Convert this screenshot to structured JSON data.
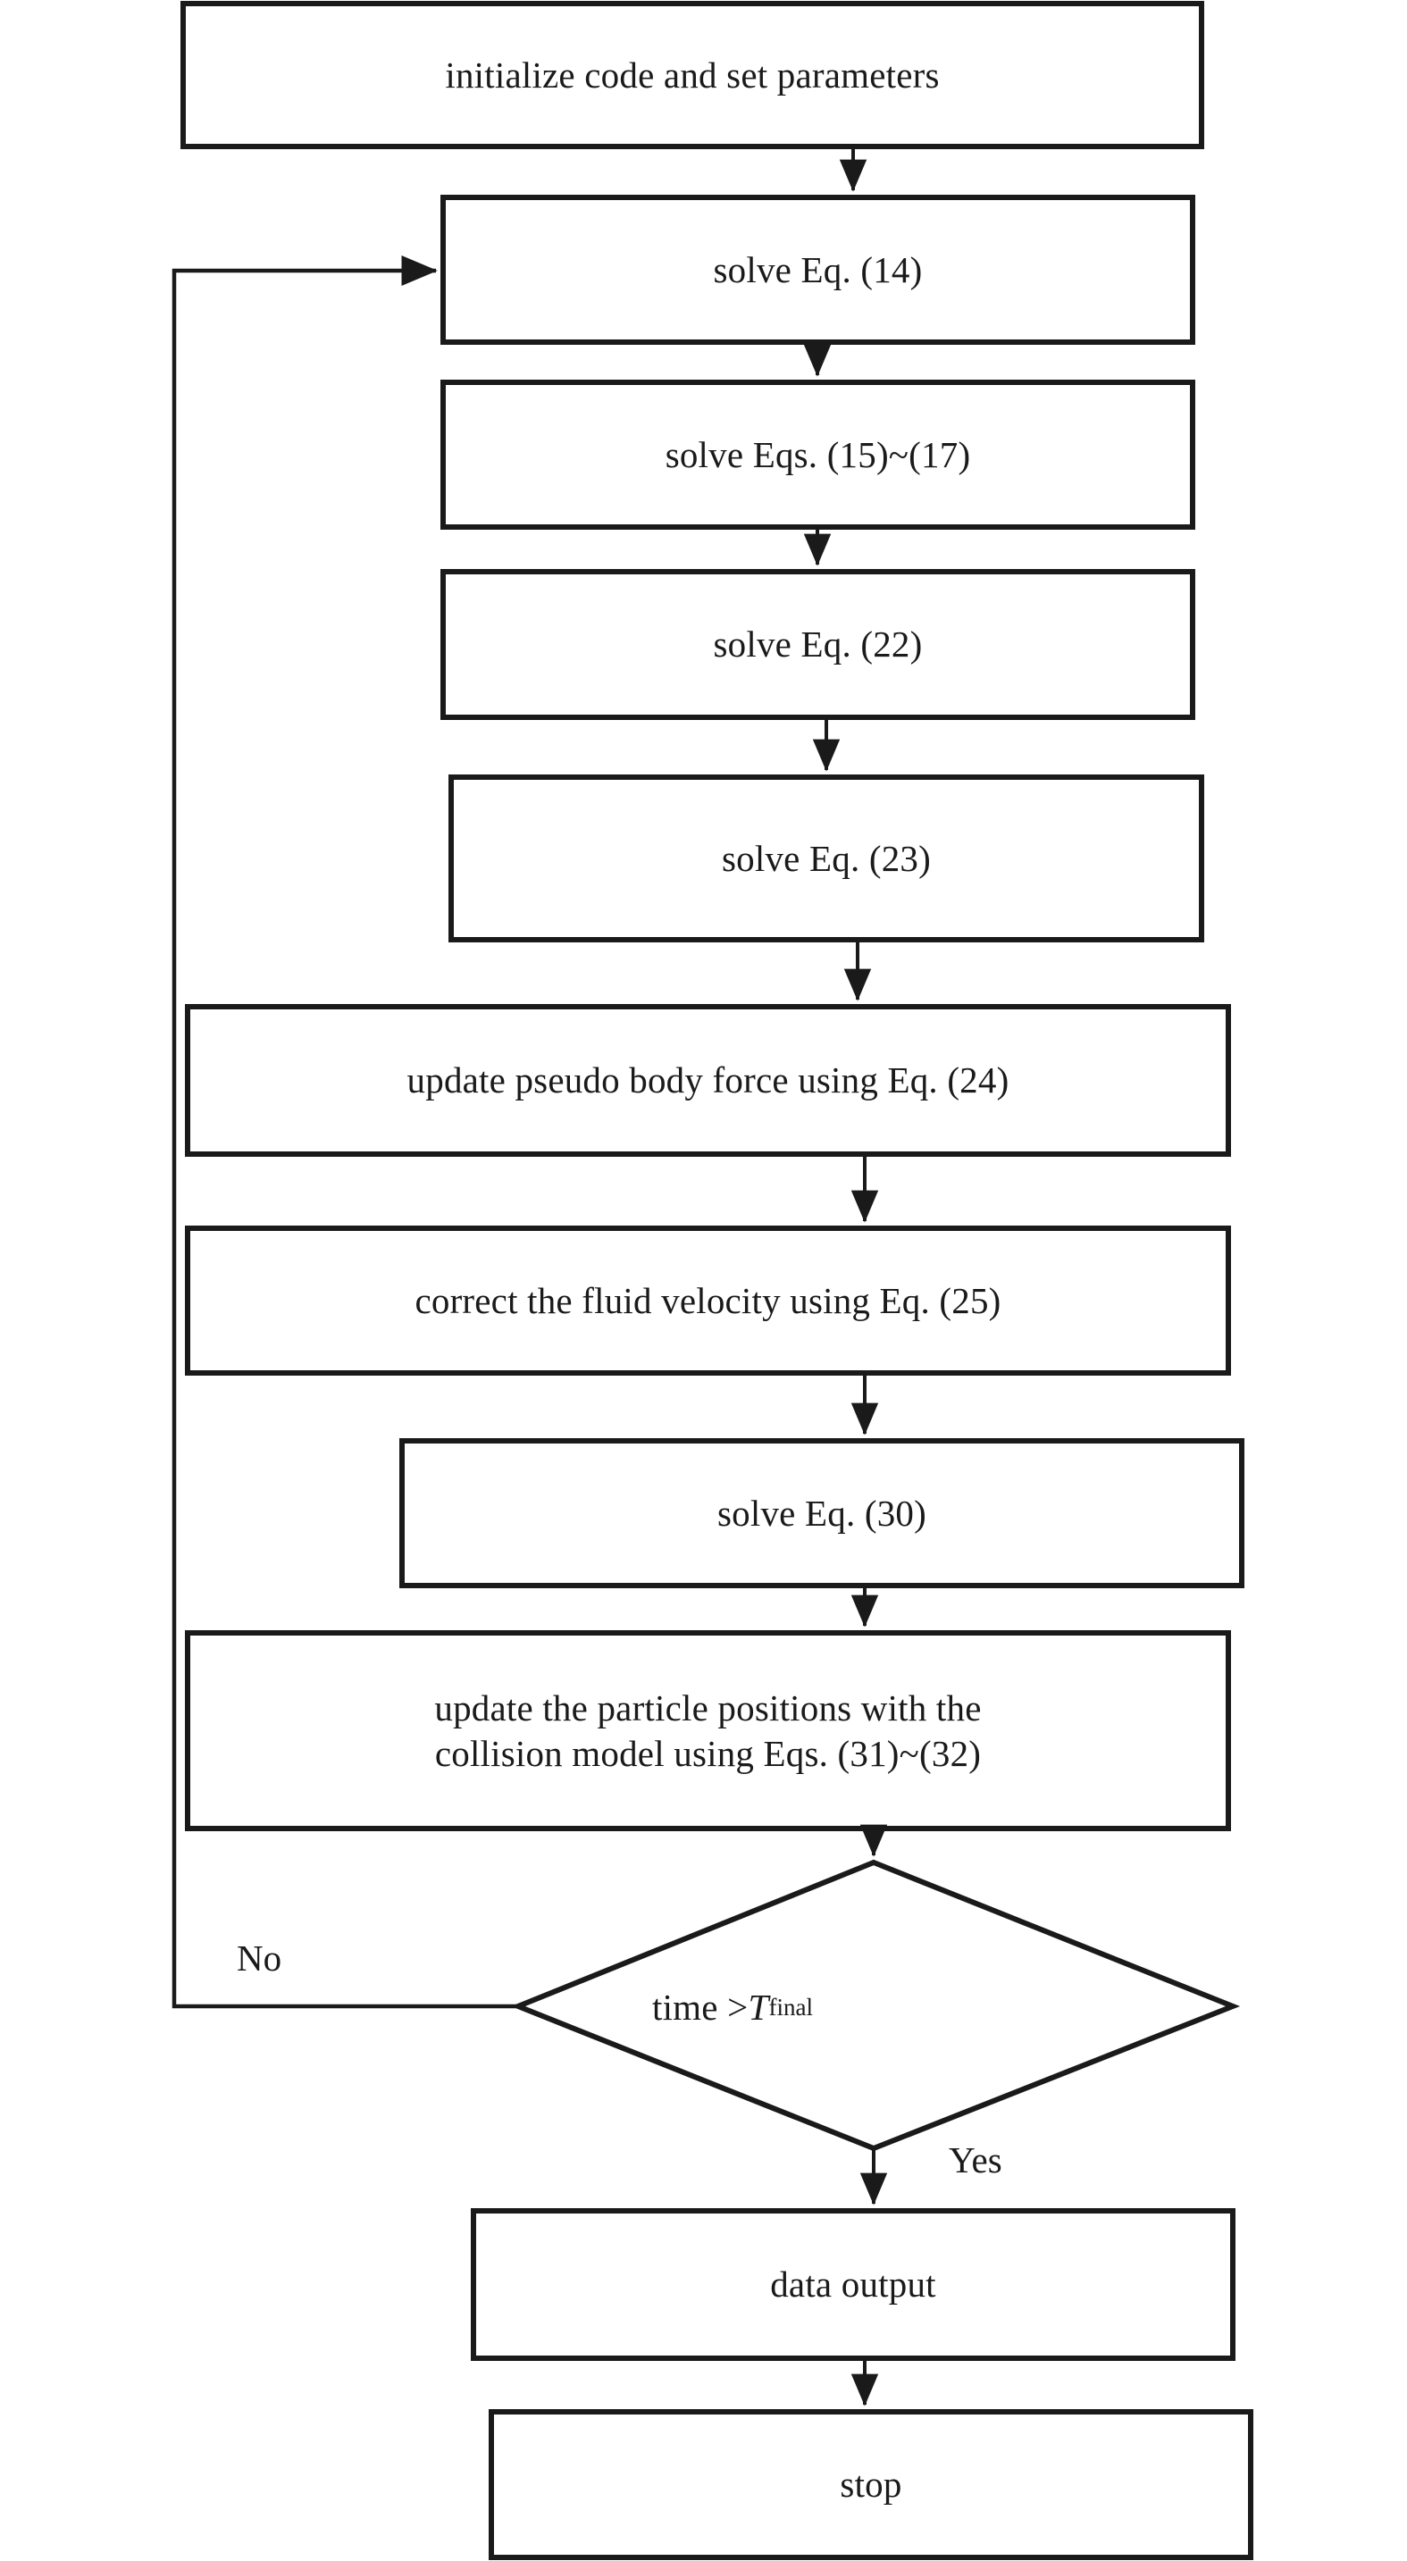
{
  "diagram": {
    "title": "simulation algorithm flowchart",
    "type": "flowchart",
    "background_color": "#ffffff",
    "line_color": "#1a1a1a",
    "text_color": "#1a1a1a"
  },
  "nodes": [
    {
      "id": "initialize",
      "shape": "process",
      "label": "initialize code and set parameters"
    },
    {
      "id": "eq14",
      "shape": "process",
      "label": "solve Eq. (14)"
    },
    {
      "id": "eq15_17",
      "shape": "process",
      "label": "solve Eqs. (15)~(17)"
    },
    {
      "id": "eq22",
      "shape": "process",
      "label": "solve Eq. (22)"
    },
    {
      "id": "eq23",
      "shape": "process",
      "label": "solve Eq. (23)"
    },
    {
      "id": "eq24",
      "shape": "process",
      "label": "update pseudo body force using Eq. (24)"
    },
    {
      "id": "eq25",
      "shape": "process",
      "label": "correct the fluid velocity using Eq. (25)"
    },
    {
      "id": "eq30",
      "shape": "process",
      "label": "solve Eq. (30)"
    },
    {
      "id": "eq31_32",
      "shape": "process",
      "label": "update the particle positions with the\ncollision model using Eqs. (31)~(32)"
    },
    {
      "id": "decision",
      "shape": "diamond",
      "label_prefix": "time > ",
      "label_var": "T",
      "label_sub": "final"
    },
    {
      "id": "output",
      "shape": "process",
      "label": "data output"
    },
    {
      "id": "stop",
      "shape": "terminal",
      "label": "stop"
    }
  ],
  "edge_labels": {
    "no": "No",
    "yes": "Yes"
  }
}
